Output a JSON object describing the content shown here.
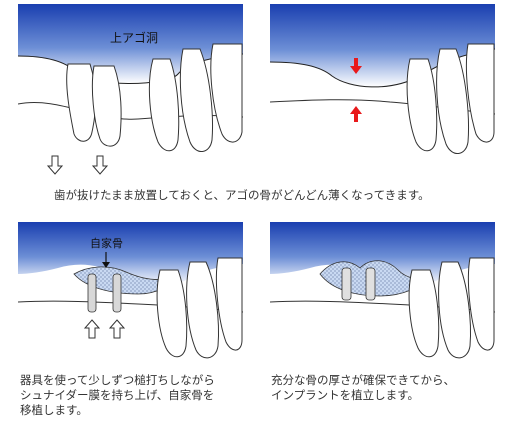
{
  "labels": {
    "sinus": "上アゴ洞",
    "autogenous_bone": "自家骨"
  },
  "captions": {
    "top": "歯が抜けたまま放置しておくと、アゴの骨がどんどん薄くなってきます。",
    "bottom_left": [
      "器具を使って少しずつ槌打ちしながら",
      "シュナイダー膜を持ち上げ、自家骨を",
      "移植します。"
    ],
    "bottom_right": [
      "充分な骨の厚さが確保できてから、",
      "インプラントを植立します。"
    ]
  },
  "colors": {
    "sinus_top": "#1a3fb0",
    "sinus_bottom": "#ffffff",
    "arrow_red": "#e8191b",
    "graft": "#c9d9f2"
  },
  "icons": [
    "hollow-down-arrow",
    "red-arrow",
    "hollow-up-arrow",
    "implant"
  ]
}
